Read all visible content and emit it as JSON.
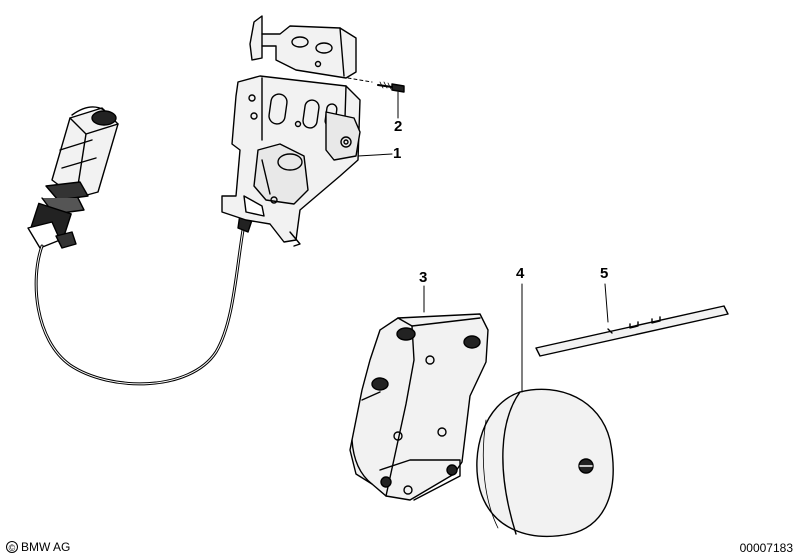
{
  "callouts": {
    "part_1": "1",
    "part_2": "2",
    "part_3": "3",
    "part_4": "4",
    "part_5": "5"
  },
  "footer": {
    "copyright_symbol": "©",
    "brand": "BMW AG",
    "diagram_number": "00007183"
  },
  "colors": {
    "line": "#000000",
    "background": "#ffffff",
    "fill_light": "#f2f2f2",
    "fill_dark": "#1a1a1a"
  }
}
